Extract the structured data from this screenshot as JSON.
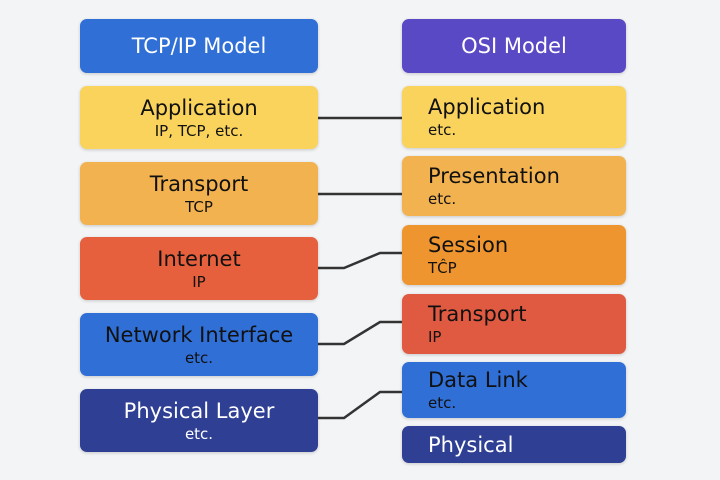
{
  "tcpip": {
    "title": "TCP/IP Model",
    "color": "#2f6fd6",
    "layers": [
      {
        "name": "Application",
        "sub": "IP, TCP, etc.",
        "color": "#f9d35c",
        "text_color": "#111111"
      },
      {
        "name": "Transport",
        "sub": "TCP",
        "color": "#f2b24f",
        "text_color": "#111111"
      },
      {
        "name": "Internet",
        "sub": "IP",
        "color": "#e6603e",
        "text_color": "#111111"
      },
      {
        "name": "Network Interface",
        "sub": "etc.",
        "color": "#2f6fd6",
        "text_color": "#111111"
      },
      {
        "name": "Physical Layer",
        "sub": "etc.",
        "color": "#2e3f94",
        "text_color": "#ffffff"
      }
    ]
  },
  "osi": {
    "title": "OSI Model",
    "color": "#5a49c4",
    "layers": [
      {
        "name": "Application",
        "sub": "etc.",
        "color": "#f9d35c",
        "text_color": "#111111"
      },
      {
        "name": "Presentation",
        "sub": "etc.",
        "color": "#f2b24f",
        "text_color": "#111111"
      },
      {
        "name": "Session",
        "sub": "TĈP",
        "color": "#ef952f",
        "text_color": "#111111"
      },
      {
        "name": "Transport",
        "sub": "IP",
        "color": "#e05a42",
        "text_color": "#111111"
      },
      {
        "name": "Data Link",
        "sub": "etc.",
        "color": "#2f6fd6",
        "text_color": "#111111"
      },
      {
        "name": "Physical",
        "sub": "",
        "color": "#2e3f94",
        "text_color": "#ffffff"
      }
    ]
  },
  "connector_color": "#333333"
}
